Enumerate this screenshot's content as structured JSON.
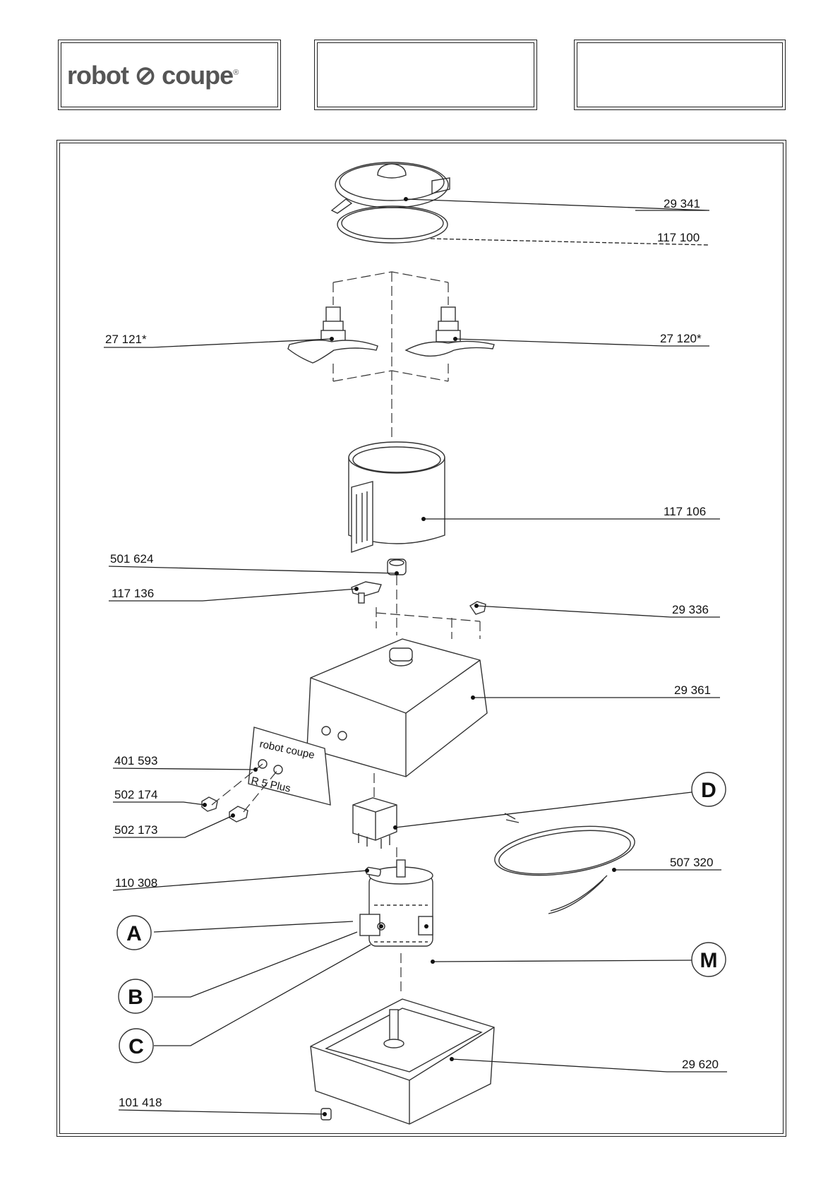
{
  "header": {
    "brand_left": "robot",
    "brand_right": "coupe",
    "brand_mark": "®"
  },
  "plate": {
    "line1": "robot coupe",
    "line2": "R 5 Plus"
  },
  "parts": [
    {
      "id": "p29341",
      "label": "29 341"
    },
    {
      "id": "p117100",
      "label": "117 100"
    },
    {
      "id": "p27121",
      "label": "27 121*"
    },
    {
      "id": "p27120",
      "label": "27 120*"
    },
    {
      "id": "p117106",
      "label": "117 106"
    },
    {
      "id": "p501624",
      "label": "501 624"
    },
    {
      "id": "p117136",
      "label": "117 136"
    },
    {
      "id": "p29336",
      "label": "29 336"
    },
    {
      "id": "p29361",
      "label": "29 361"
    },
    {
      "id": "p401593",
      "label": "401 593"
    },
    {
      "id": "p502174",
      "label": "502 174"
    },
    {
      "id": "p502173",
      "label": "502 173"
    },
    {
      "id": "p507320",
      "label": "507 320"
    },
    {
      "id": "p110308",
      "label": "110 308"
    },
    {
      "id": "p29620",
      "label": "29 620"
    },
    {
      "id": "p101418",
      "label": "101 418"
    }
  ],
  "callouts": [
    "A",
    "B",
    "C",
    "D",
    "M"
  ]
}
